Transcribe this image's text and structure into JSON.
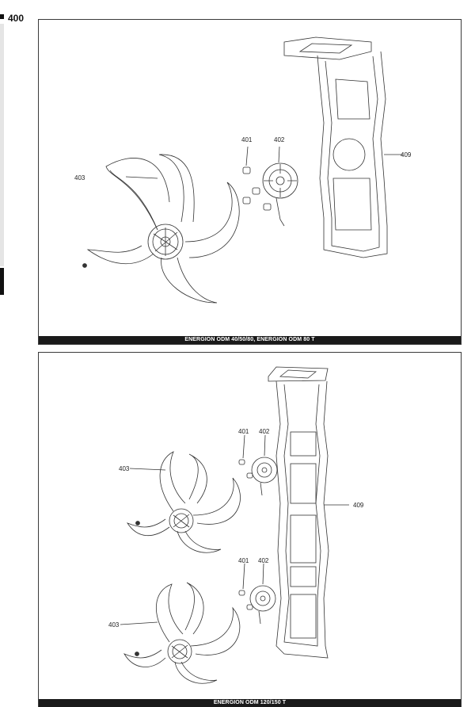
{
  "page": {
    "number": "400"
  },
  "top_panel": {
    "caption": "ENERGION ODM 40/50/80, ENERGION ODM 80 T",
    "labels": {
      "p401": "401",
      "p402": "402",
      "p403": "403",
      "p409": "409"
    }
  },
  "bottom_panel": {
    "caption": "ENERGION ODM 120/150 T",
    "labels": {
      "u401": "401",
      "u402": "402",
      "u403": "403",
      "l401": "401",
      "l402": "402",
      "l403": "403",
      "p409": "409"
    }
  }
}
